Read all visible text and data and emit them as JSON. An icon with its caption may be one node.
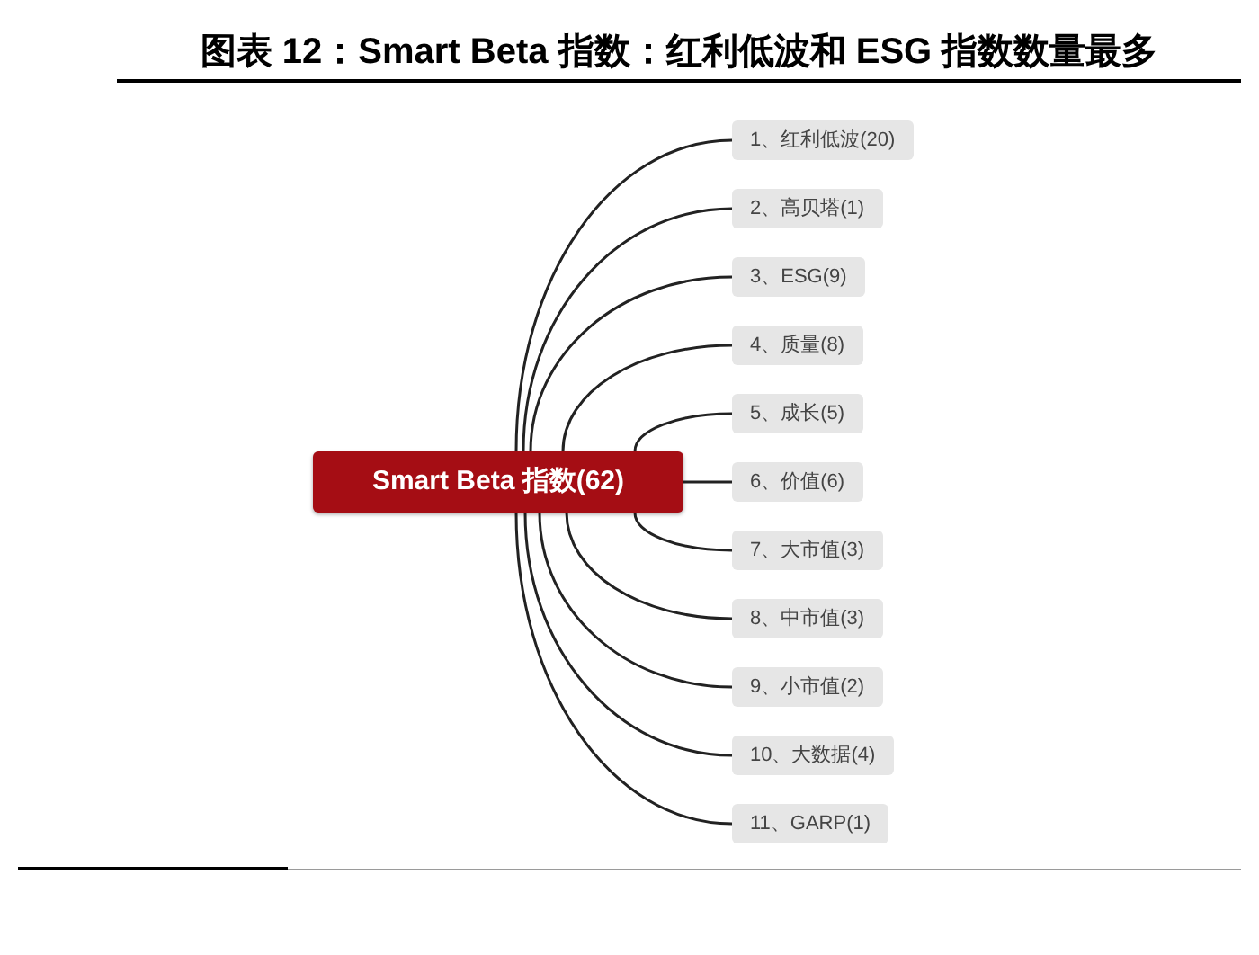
{
  "diagram": {
    "title": "图表 12：Smart Beta 指数：红利低波和 ESG 指数数量最多",
    "nodes": [
      {
        "text": [
          "Smart Beta 指数(62)"
        ]
      },
      {
        "text": [
          "1、红利低波(20)"
        ]
      },
      {
        "text": [
          "2、高贝塔(1)"
        ]
      },
      {
        "text": [
          "3、ESG(9)"
        ]
      },
      {
        "text": [
          "4、质量(8)"
        ]
      },
      {
        "text": [
          "5、成长(5)"
        ]
      },
      {
        "text": [
          "6、价值(6)"
        ]
      },
      {
        "text": [
          "7、大市值(3)"
        ]
      },
      {
        "text": [
          "8、中市值(3)"
        ]
      },
      {
        "text": [
          "9、小市值(2)"
        ]
      },
      {
        "text": [
          "10、大数据(4)"
        ]
      },
      {
        "text": [
          "11、GARP(1)"
        ]
      }
    ],
    "edges": [
      {
        "from": 0,
        "to": 1,
        "arrow": "none"
      },
      {
        "from": 0,
        "to": 2,
        "arrow": "none"
      },
      {
        "from": 0,
        "to": 3,
        "arrow": "none"
      },
      {
        "from": 0,
        "to": 4,
        "arrow": "none"
      },
      {
        "from": 0,
        "to": 5,
        "arrow": "none"
      },
      {
        "from": 0,
        "to": 6,
        "arrow": "none"
      },
      {
        "from": 0,
        "to": 7,
        "arrow": "none"
      },
      {
        "from": 0,
        "to": 8,
        "arrow": "none"
      },
      {
        "from": 0,
        "to": 9,
        "arrow": "none"
      },
      {
        "from": 0,
        "to": 10,
        "arrow": "none"
      },
      {
        "from": 0,
        "to": 11,
        "arrow": "none"
      }
    ]
  }
}
